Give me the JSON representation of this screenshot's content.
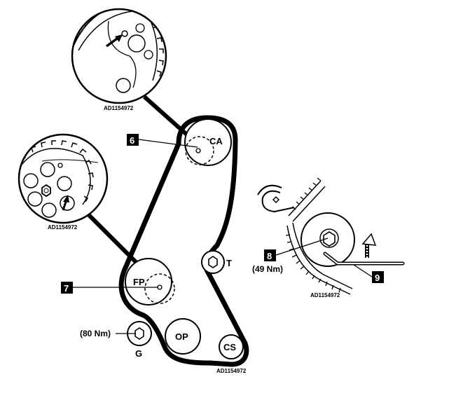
{
  "labels": {
    "camshaft": "CA",
    "fuel_pump": "FP",
    "tensioner": "T",
    "oil_pump": "OP",
    "crankshaft": "CS",
    "guide": "G"
  },
  "callouts": {
    "c6": "6",
    "c7": "7",
    "c8": "8",
    "c9": "9"
  },
  "torques": {
    "guide": "(80 Nm)",
    "tensioner": "(49 Nm)"
  },
  "refs": {
    "top_detail": "AD1154972",
    "left_detail": "AD1154972",
    "right_detail": "AD1154972",
    "main": "AD1154972"
  }
}
